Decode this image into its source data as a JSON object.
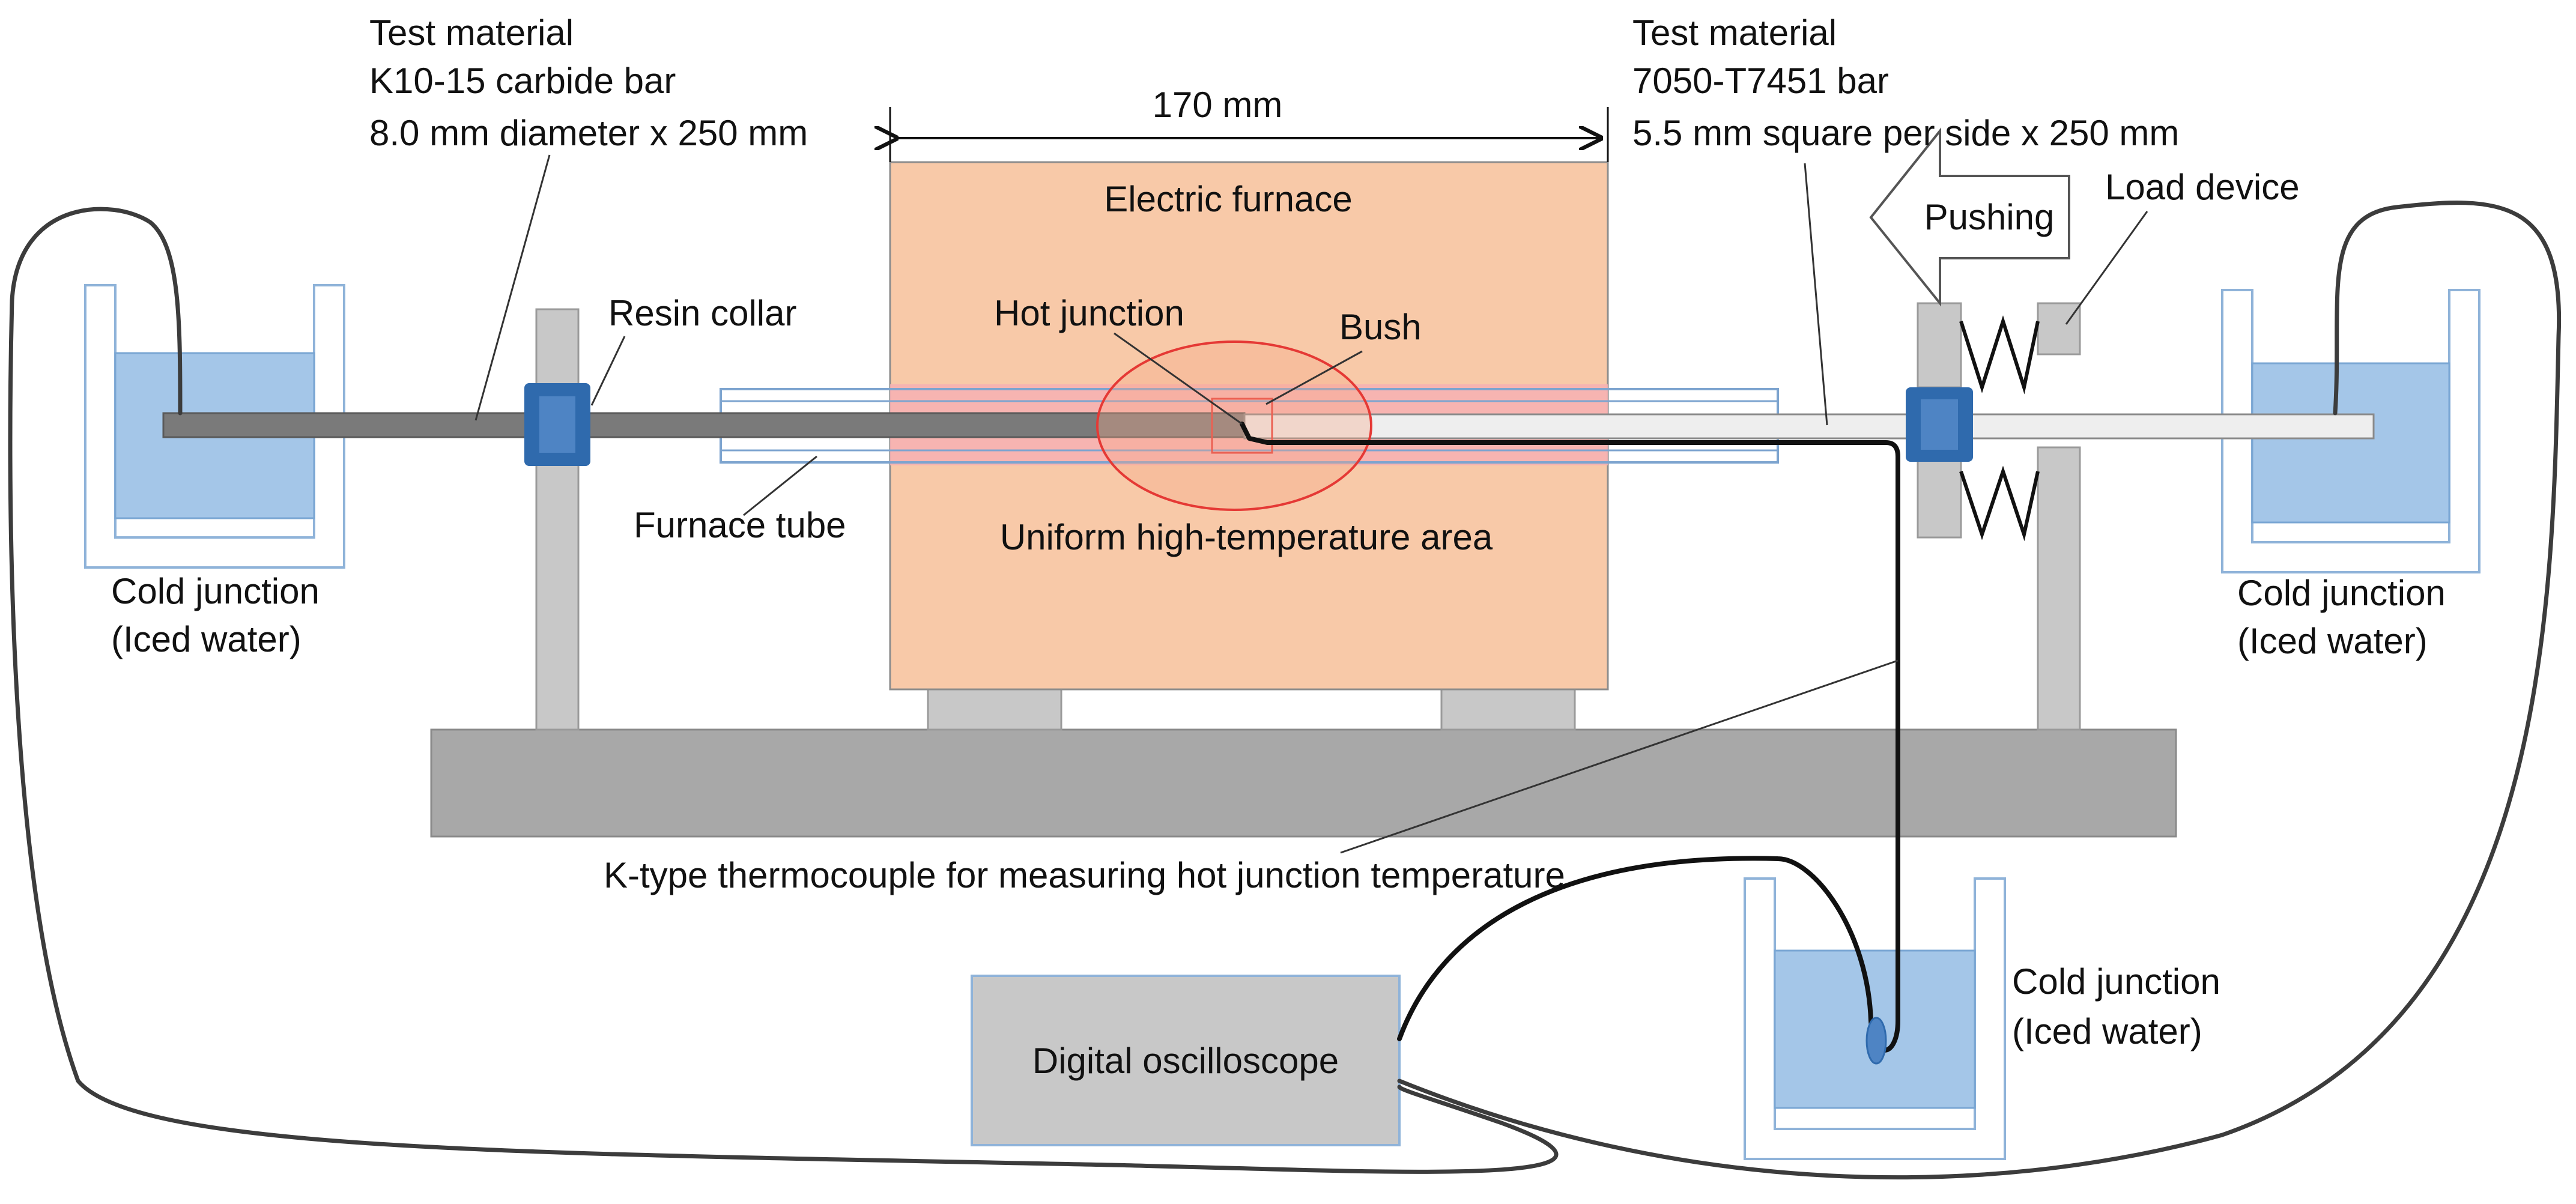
{
  "labels": {
    "left_test_material": {
      "line1": "Test material",
      "line2": "K10-15 carbide bar",
      "line3": "8.0 mm diameter x 250 mm"
    },
    "right_test_material": {
      "line1": "Test material",
      "line2": "7050-T7451 bar",
      "line3": "5.5 mm square per side x 250 mm"
    },
    "dimension": "170 mm",
    "electric_furnace": "Electric furnace",
    "uniform_area": "Uniform high-temperature area",
    "hot_junction": "Hot junction",
    "bush": "Bush",
    "resin_collar": "Resin collar",
    "furnace_tube": "Furnace tube",
    "pushing": "Pushing",
    "load_device": "Load device",
    "cold_junction_left": {
      "line1": "Cold junction",
      "line2": "(Iced water)"
    },
    "cold_junction_right": {
      "line1": "Cold junction",
      "line2": "(Iced water)"
    },
    "cold_junction_bottom": {
      "line1": "Cold junction",
      "line2": "(Iced water)"
    },
    "thermocouple": "K-type thermocouple for measuring hot junction temperature",
    "oscilloscope": "Digital oscilloscope"
  },
  "colors": {
    "furnace": "#f8c9a8",
    "high_temp_zone": "#f7b0b3",
    "ellipse_stroke": "#e53935",
    "water": "#a4c6e8",
    "container_stroke": "#8fb3d9",
    "collar": "#2f6aad",
    "carbide_bar": "#7a7a7a",
    "aluminum_bar": "#eeeeee",
    "base_plate": "#a8a8a8",
    "supports": "#c8c8c8",
    "oscilloscope": "#c8c8c8",
    "tube_stroke": "#7da4cf"
  }
}
